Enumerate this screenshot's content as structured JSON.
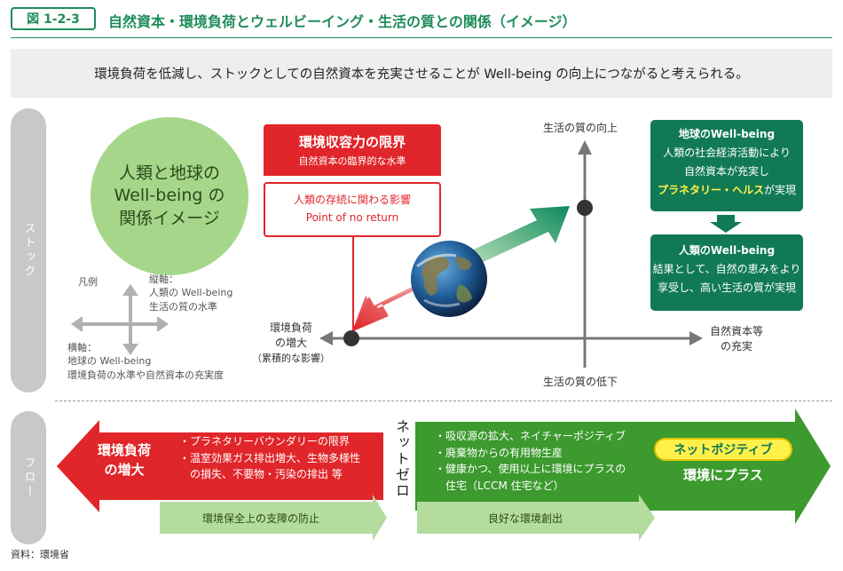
{
  "header": {
    "figure_number": "図 1-2-3",
    "title": "自然資本・環境負荷とウェルビーイング・生活の質との関係（イメージ）",
    "subtitle": "環境負荷を低減し、ストックとしての自然資本を充実させることが Well-being の向上につながると考えられる。"
  },
  "sections": {
    "stock": "ストック",
    "flow": "フロー"
  },
  "circle": {
    "line1": "人類と地球の",
    "line2": "Well-being の",
    "line3": "関係イメージ"
  },
  "legend": {
    "label": "凡例",
    "vertical_title": "縦軸：",
    "vertical_line1": "人類の Well-being",
    "vertical_line2": "生活の質の水準",
    "horizontal_title": "横軸：",
    "horizontal_line1": "地球の Well-being",
    "horizontal_line2": "環境負荷の水準や自然資本の充実度"
  },
  "limit_box": {
    "title": "環境収容力の限界",
    "subtitle": "自然資本の臨界的な水準",
    "body_line1": "人類の存続に関わる影響",
    "body_line2": "Point of no return"
  },
  "axes": {
    "top": "生活の質の向上",
    "bottom": "生活の質の低下",
    "left_line1": "環境負荷",
    "left_line2": "の増大",
    "left_line3": "（累積的な影響）",
    "right_line1": "自然資本等",
    "right_line2": "の充実"
  },
  "earth_wellbeing": {
    "title": "地球のWell-being",
    "line1": "人類の社会経済活動により",
    "line2": "自然資本が充実し",
    "highlight": "プラネタリー・ヘルス",
    "line3_suffix": "が実現"
  },
  "human_wellbeing": {
    "title": "人類のWell-being",
    "line1": "結果として、自然の恵みをより",
    "line2": "享受し、高い生活の質が実現"
  },
  "flow": {
    "left_title_line1": "環境負荷",
    "left_title_line2": "の増大",
    "left_items": [
      "・プラネタリーバウンダリーの限界",
      "・温室効果ガス排出増大、生物多様性",
      "　の損失、不要物・汚染の排出 等"
    ],
    "center": "ネットゼロ",
    "right_items": [
      "・吸収源の拡大、ネイチャーポジティブ",
      "・廃棄物からの有用物生産",
      "・健康かつ、使用以上に環境にプラスの",
      "　住宅（LCCM 住宅など）"
    ],
    "pill": "ネットポジティブ",
    "pill_sub": "環境にプラス",
    "bottom_left": "環境保全上の支障の防止",
    "bottom_right": "良好な環境創出"
  },
  "source": "資料：環境省",
  "colors": {
    "green": "#117a55",
    "light_green": "#a6d68a",
    "red": "#e0262a",
    "yellow": "#fff14a",
    "gray": "#c8c8c8"
  }
}
